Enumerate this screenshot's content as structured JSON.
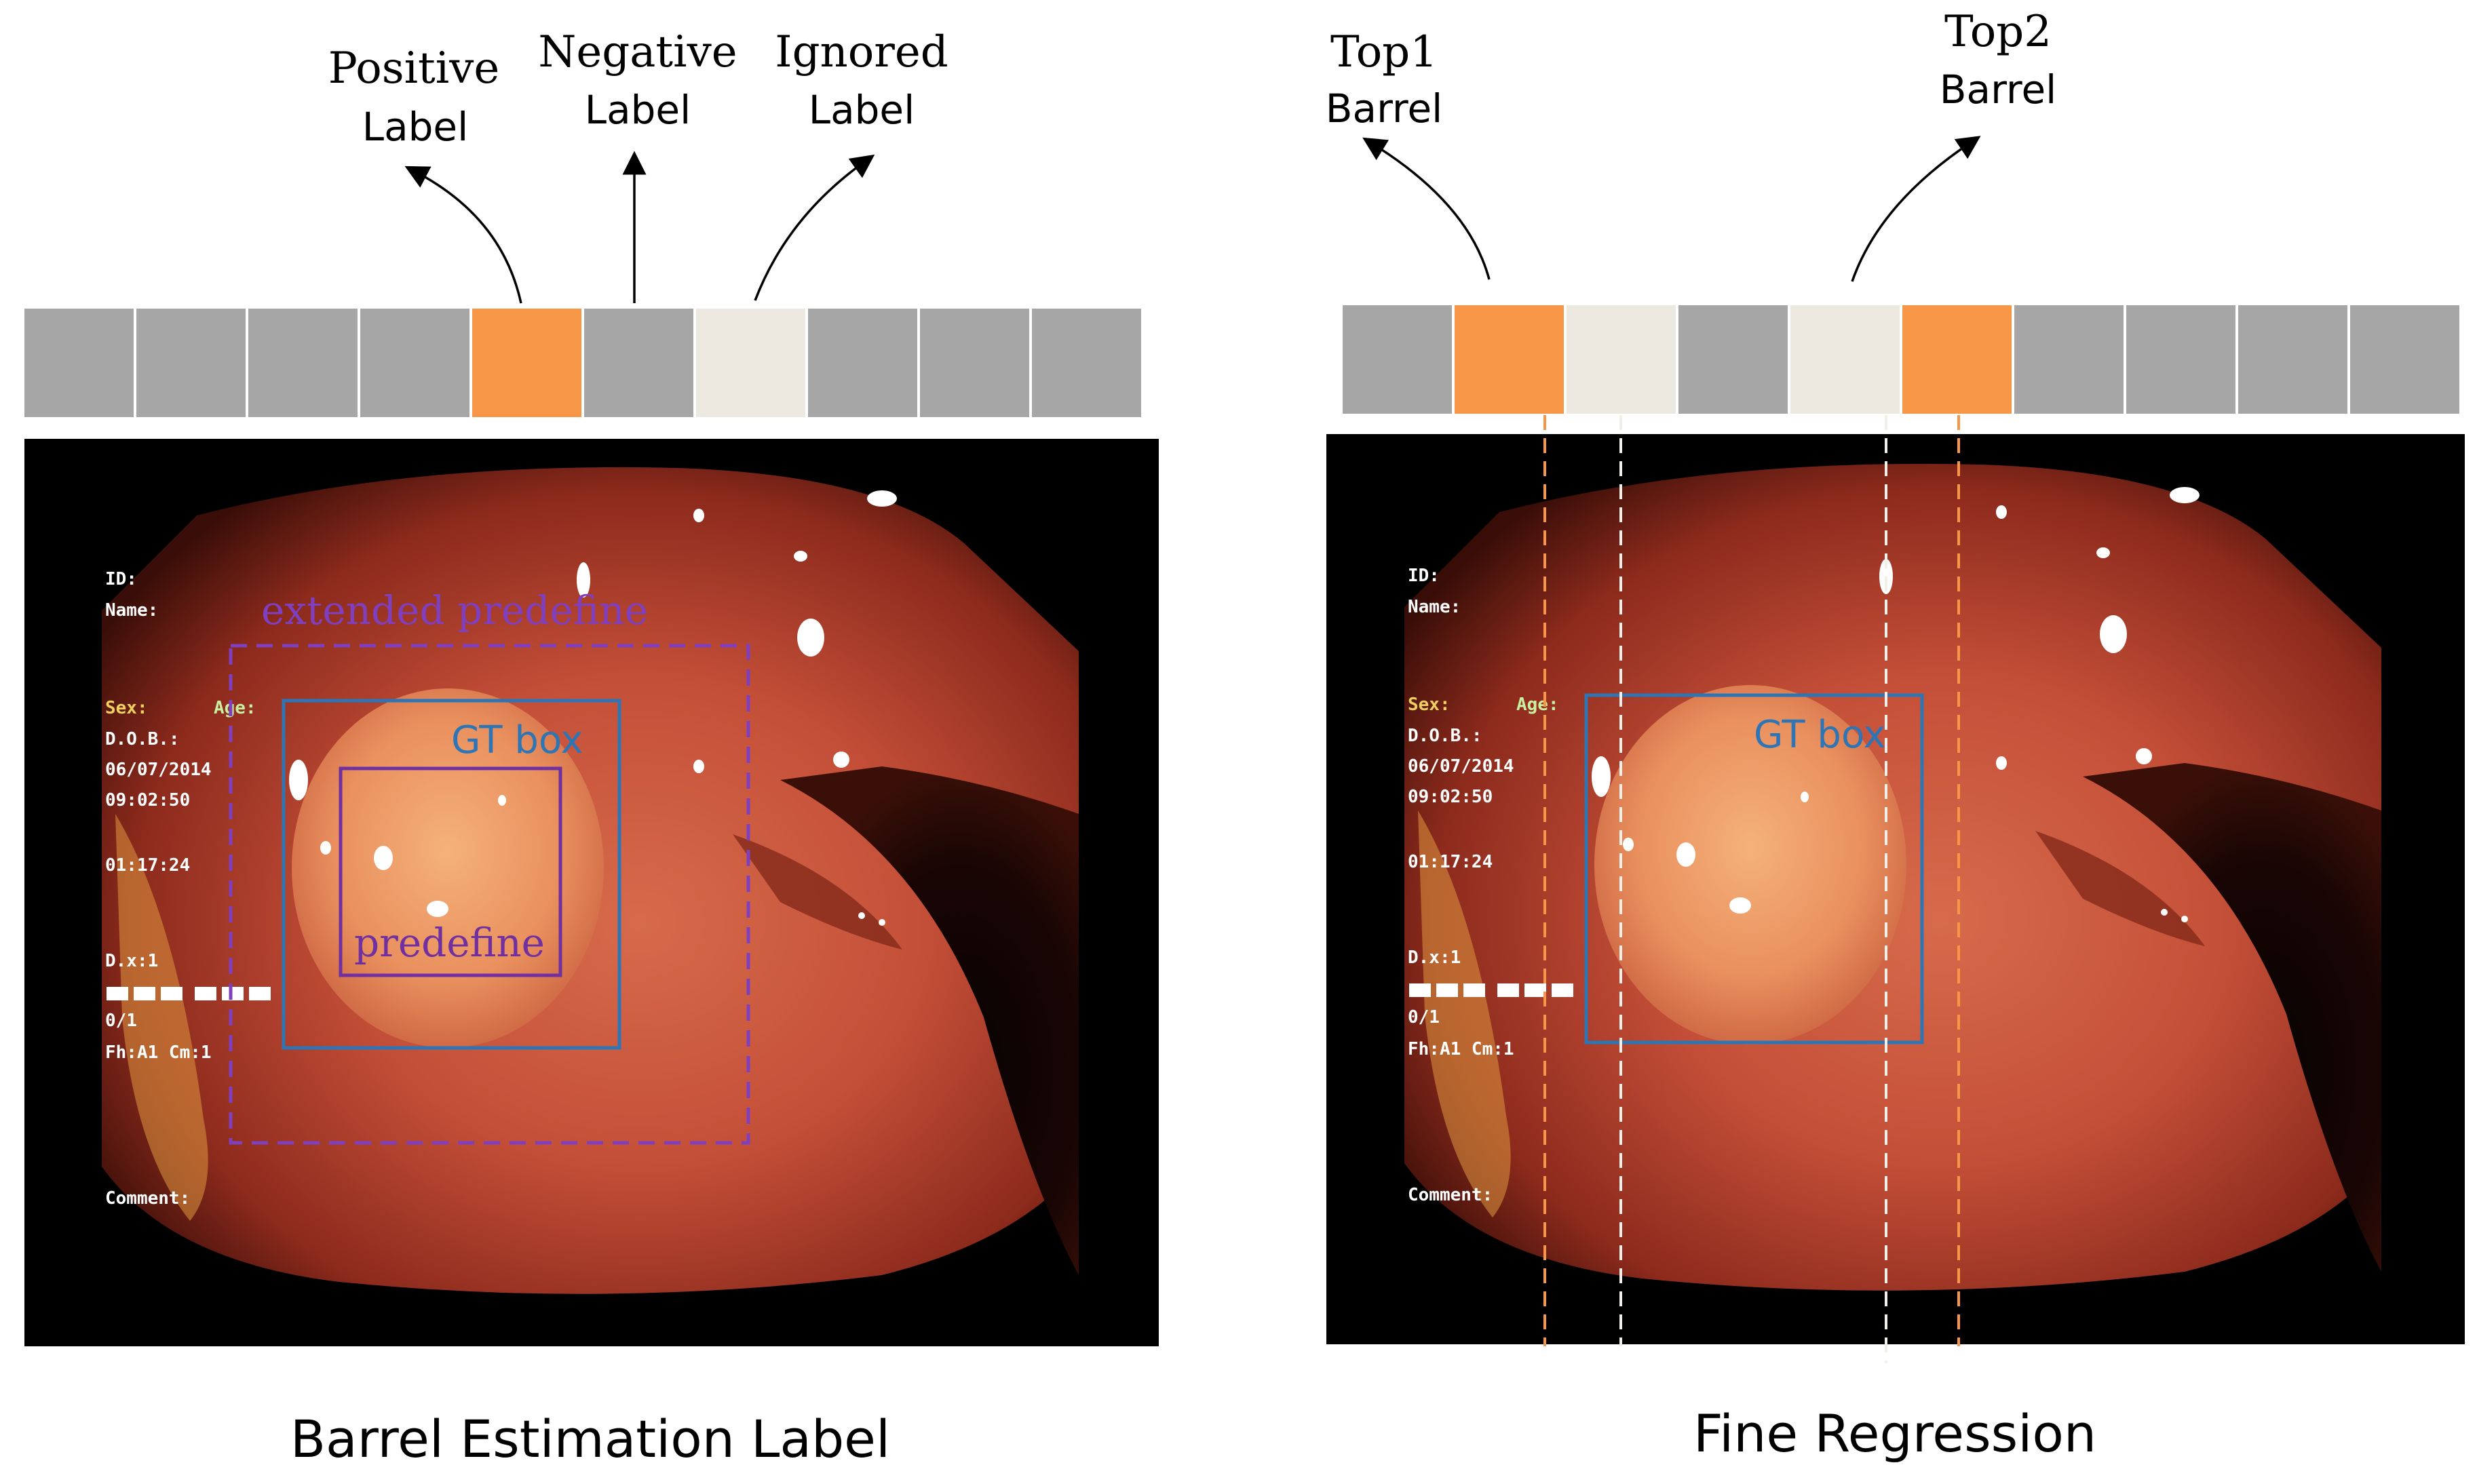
{
  "left_panel": {
    "caption": "Barrel Estimation Label",
    "labels": {
      "positive_top": "Positive",
      "positive_bottom": "Label",
      "negative_top": "Negative",
      "negative_bottom": "Label",
      "ignored_top": "Ignored",
      "ignored_bottom": "Label"
    },
    "barrels": [
      "negative",
      "negative",
      "negative",
      "negative",
      "positive",
      "negative",
      "ignored",
      "negative",
      "negative",
      "negative"
    ],
    "box_labels": {
      "extended": "extended predefine",
      "gt": "GT box",
      "predefine": "predefine"
    }
  },
  "right_panel": {
    "caption": "Fine Regression",
    "labels": {
      "top1_top": "Top1",
      "top1_bottom": "Barrel",
      "top2_top": "Top2",
      "top2_bottom": "Barrel"
    },
    "barrels": [
      "negative",
      "positive",
      "ignored",
      "negative",
      "ignored",
      "positive",
      "negative",
      "negative",
      "negative",
      "negative"
    ],
    "box_labels": {
      "gt": "GT box"
    }
  },
  "overlay_text": {
    "id": "ID:",
    "name": "Name:",
    "sex": "Sex:",
    "age": "Age:",
    "dob": "D.O.B.:",
    "date": "06/07/2014",
    "time": "09:02:50",
    "counter": "01:17:24",
    "dx": "D.x:1",
    "ratio": "0/1",
    "fh": "Fh:A1 Cm:1",
    "comment": "Comment:"
  },
  "colors": {
    "negative": "#a6a6a6",
    "positive": "#f79646",
    "ignored": "#ede8e0",
    "gt_box": "#2e75b6",
    "predefine": "#7030a0",
    "extended": "#7f3fbf",
    "orange_line": "#f79646",
    "white_line": "#f2efe9"
  }
}
